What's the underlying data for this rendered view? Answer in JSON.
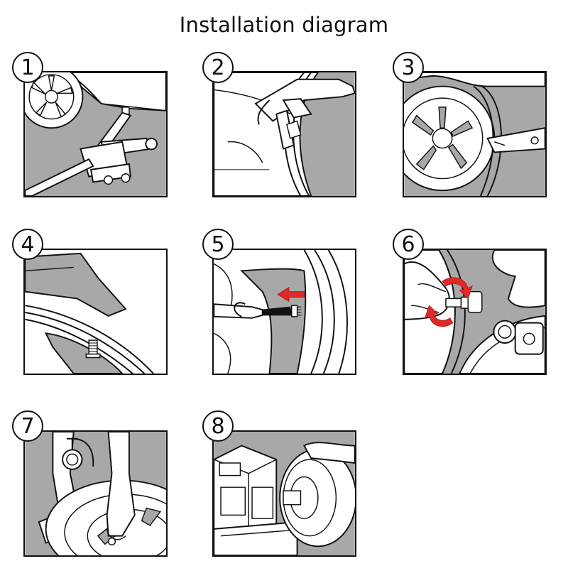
{
  "page": {
    "title": "Installation diagram",
    "background": "#ffffff",
    "line_color": "#111111",
    "fill_gray": "#a8a8a8",
    "accent_red": "#e02a2a"
  },
  "steps": [
    {
      "number": "1",
      "icon": "car-jack-lift-illustration"
    },
    {
      "number": "2",
      "icon": "tire-lever-removal-illustration"
    },
    {
      "number": "3",
      "icon": "wheel-removal-illustration"
    },
    {
      "number": "4",
      "icon": "valve-stem-illustration"
    },
    {
      "number": "5",
      "icon": "pliers-remove-valve-illustration"
    },
    {
      "number": "6",
      "icon": "install-sensor-screw-illustration"
    },
    {
      "number": "7",
      "icon": "tire-inflate-illustration"
    },
    {
      "number": "8",
      "icon": "tire-balancing-illustration"
    }
  ]
}
